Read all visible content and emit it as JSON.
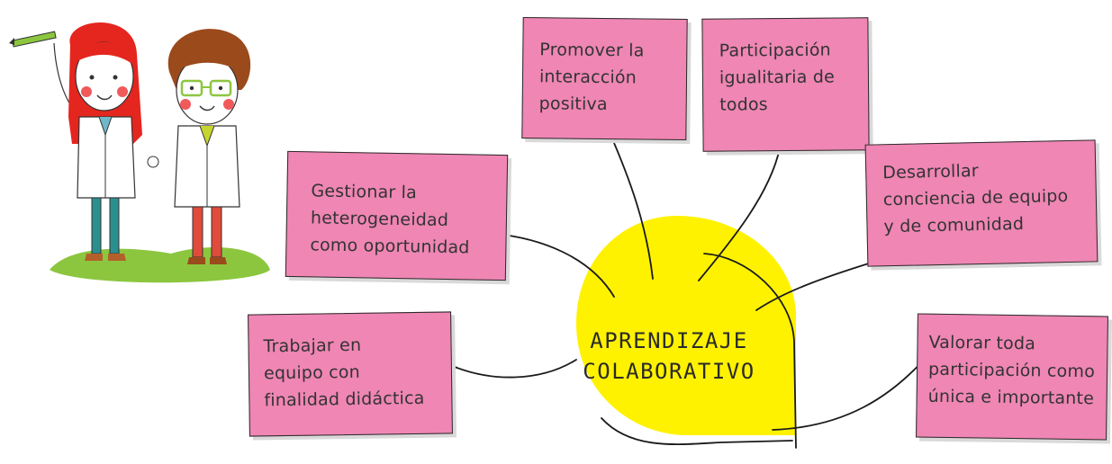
{
  "center": {
    "label": "APRENDIZAJE\nCOLABORATIVO",
    "color": "#fff200"
  },
  "notes": [
    {
      "id": "promover",
      "text": "Promover la\ninteracción\npositiva"
    },
    {
      "id": "participacion",
      "text": "Participación\nigualitaria de\ntodos"
    },
    {
      "id": "gestionar",
      "text": "Gestionar la\nheterogeneidad\ncomo oportunidad"
    },
    {
      "id": "desarrollar",
      "text": "Desarrollar\nconciencia de equipo\ny de comunidad"
    },
    {
      "id": "trabajar",
      "text": "Trabajar en\nequipo con\nfinalidad didáctica"
    },
    {
      "id": "valorar",
      "text": "Valorar toda\nparticipación como\núnica e importante"
    }
  ],
  "colors": {
    "note_fill": "#ef86b4",
    "outline": "#2a2a2a",
    "grass": "#8cc63f"
  },
  "illustration": {
    "icons": [
      "girl-scientist-illustration",
      "boy-scientist-illustration",
      "pencil-icon"
    ]
  }
}
